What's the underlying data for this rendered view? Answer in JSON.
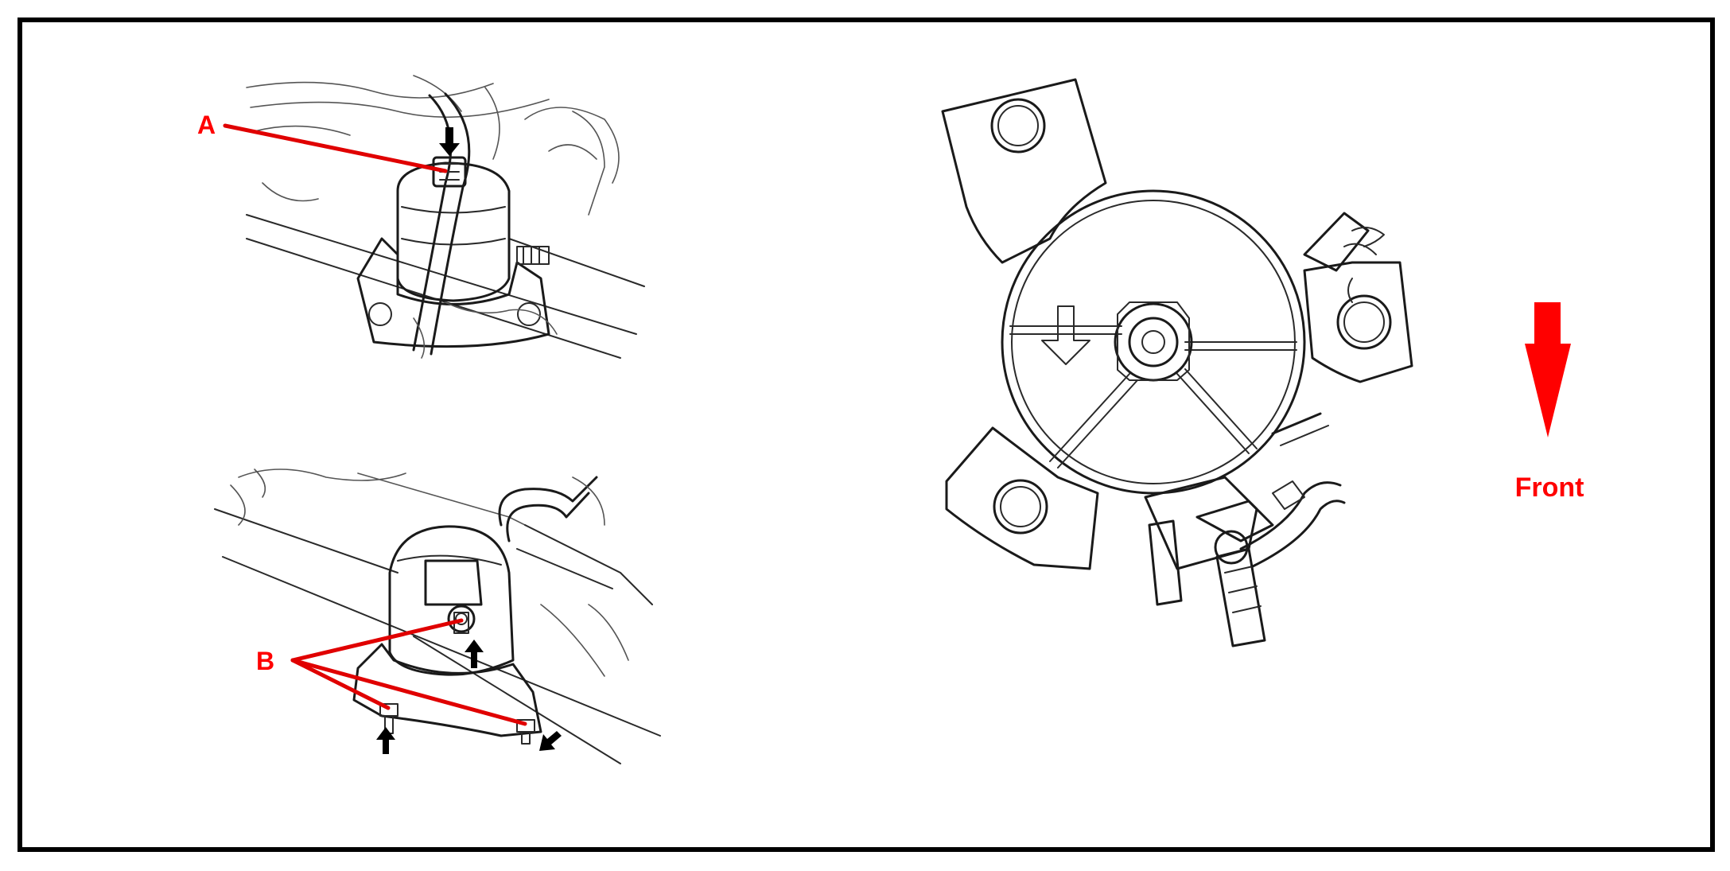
{
  "labels": {
    "callout_a": "A",
    "callout_b": "B",
    "front": "Front"
  },
  "colors": {
    "callout": "#ff0000",
    "frame": "#000000",
    "line_art": "#1a1a1a"
  },
  "icons": {
    "front_direction": "arrow-down-icon",
    "fastener_pointer": "arrow-icon"
  }
}
